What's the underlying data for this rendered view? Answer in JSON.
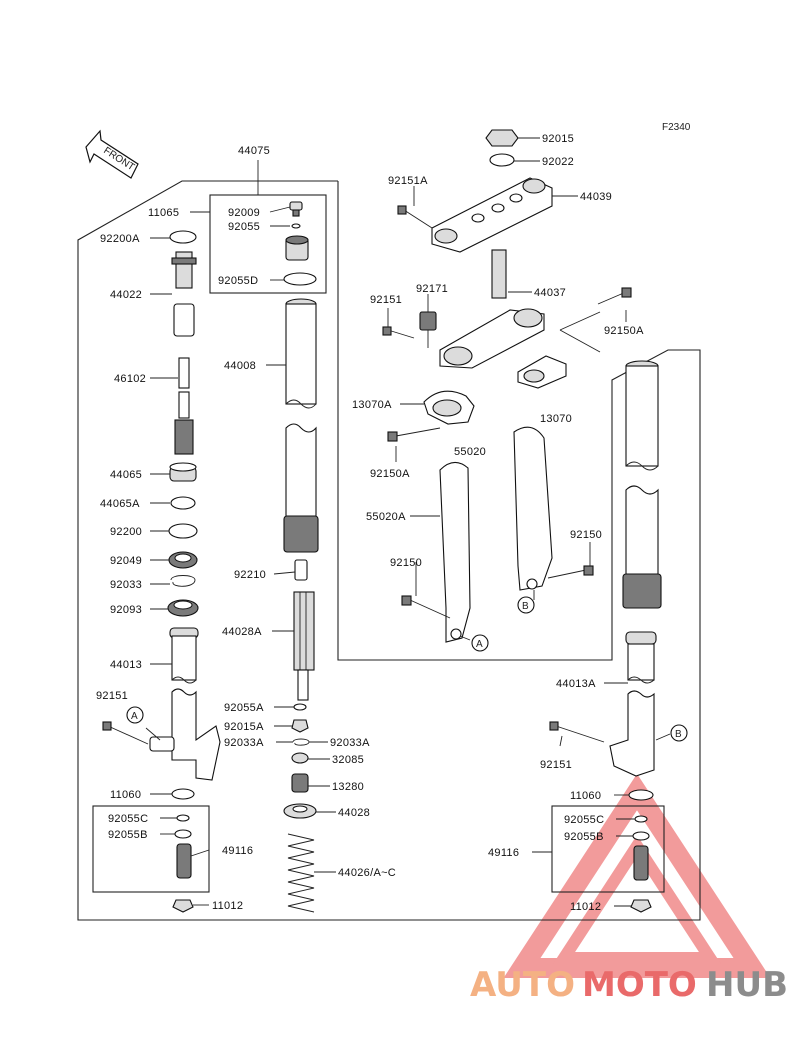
{
  "diagram_code": "F2340",
  "front_label": "FRONT",
  "callouts": {
    "A": "A",
    "B": "B"
  },
  "labels": {
    "p44075": "44075",
    "p11065": "11065",
    "p92009": "92009",
    "p92055": "92055",
    "p92055D": "92055D",
    "p92200A": "92200A",
    "p44022": "44022",
    "p44008": "44008",
    "p46102": "46102",
    "p44065": "44065",
    "p44065A": "44065A",
    "p92200": "92200",
    "p92049": "92049",
    "p92033": "92033",
    "p92093": "92093",
    "p44013": "44013",
    "p92151_left": "92151",
    "p11060_left": "11060",
    "p92055C_left": "92055C",
    "p92055B_left": "92055B",
    "p49116_left": "49116",
    "p11012_left": "11012",
    "p92210": "92210",
    "p44028A": "44028A",
    "p92055A": "92055A",
    "p92015A": "92015A",
    "p92033A_left": "92033A",
    "p92033A_right": "92033A",
    "p32085": "32085",
    "p13280": "13280",
    "p44028": "44028",
    "p44026AC": "44026/A~C",
    "p92015": "92015",
    "p92022": "92022",
    "p92151A": "92151A",
    "p44039": "44039",
    "p92171": "92171",
    "p44037": "44037",
    "p92151_mid": "92151",
    "p92150A_top": "92150A",
    "p13070A": "13070A",
    "p13070": "13070",
    "p55020": "55020",
    "p92150A_mid": "92150A",
    "p55020A": "55020A",
    "p92150_right": "92150",
    "p92150_left": "92150",
    "p44013A": "44013A",
    "p92151_right": "92151",
    "p11060_right": "11060",
    "p92055C_right": "92055C",
    "p92055B_right": "92055B",
    "p49116_right": "49116",
    "p11012_right": "11012"
  },
  "watermark": {
    "part1": "AUTO",
    "part2": "MOTO",
    "part3": "HUB",
    "color_auto": "#f4b183",
    "color_moto": "#e96a6a",
    "color_hub": "#8c8c8c",
    "triangle_color": "#e84a4a"
  }
}
